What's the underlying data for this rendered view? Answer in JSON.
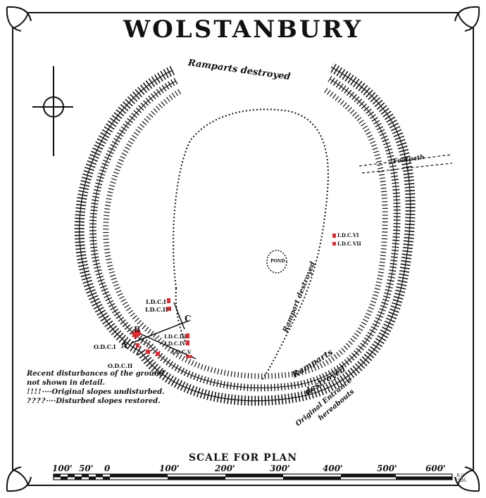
{
  "title": "WOLSTANBURY",
  "labels": {
    "ramparts_top": "Ramparts destroyed",
    "footpath": "Footpath",
    "pond": "POND",
    "rampart_destroyed": "Rampart destroyed",
    "ramparts_destroyed_bottom_1": "Ramparts",
    "ramparts_destroyed_bottom_2": "destroyed",
    "original_entrance_1": "Original Entrance",
    "original_entrance_2": "hereabouts",
    "idc1": "I.D.C.I",
    "idc2": "I.D.C.II",
    "idc3": "I.D.C.III",
    "idc4": "I.D.C.IV",
    "idc5": "I.D.C.V",
    "idc6": "I.D.C.VI",
    "idc7": "I.D.C.VII",
    "odc1": "O.D.C.I",
    "odc2": "O.D.C.II",
    "point_a": "A",
    "point_b": "B",
    "point_c": "C"
  },
  "legend": {
    "line1": "Recent disturbances of the ground",
    "line2": "not shown in detail.",
    "line3": "Original slopes undisturbed.",
    "line4": "Disturbed slopes restored."
  },
  "scale": {
    "title": "SCALE FOR PLAN",
    "ticks": [
      "100'",
      "50'",
      "0",
      "100'",
      "200'",
      "300'",
      "400'",
      "500'",
      "600'"
    ]
  },
  "credit": {
    "line1": "R.C.",
    "line2": "1926."
  },
  "colors": {
    "ink": "#111111",
    "highlight": "#e8262b"
  }
}
